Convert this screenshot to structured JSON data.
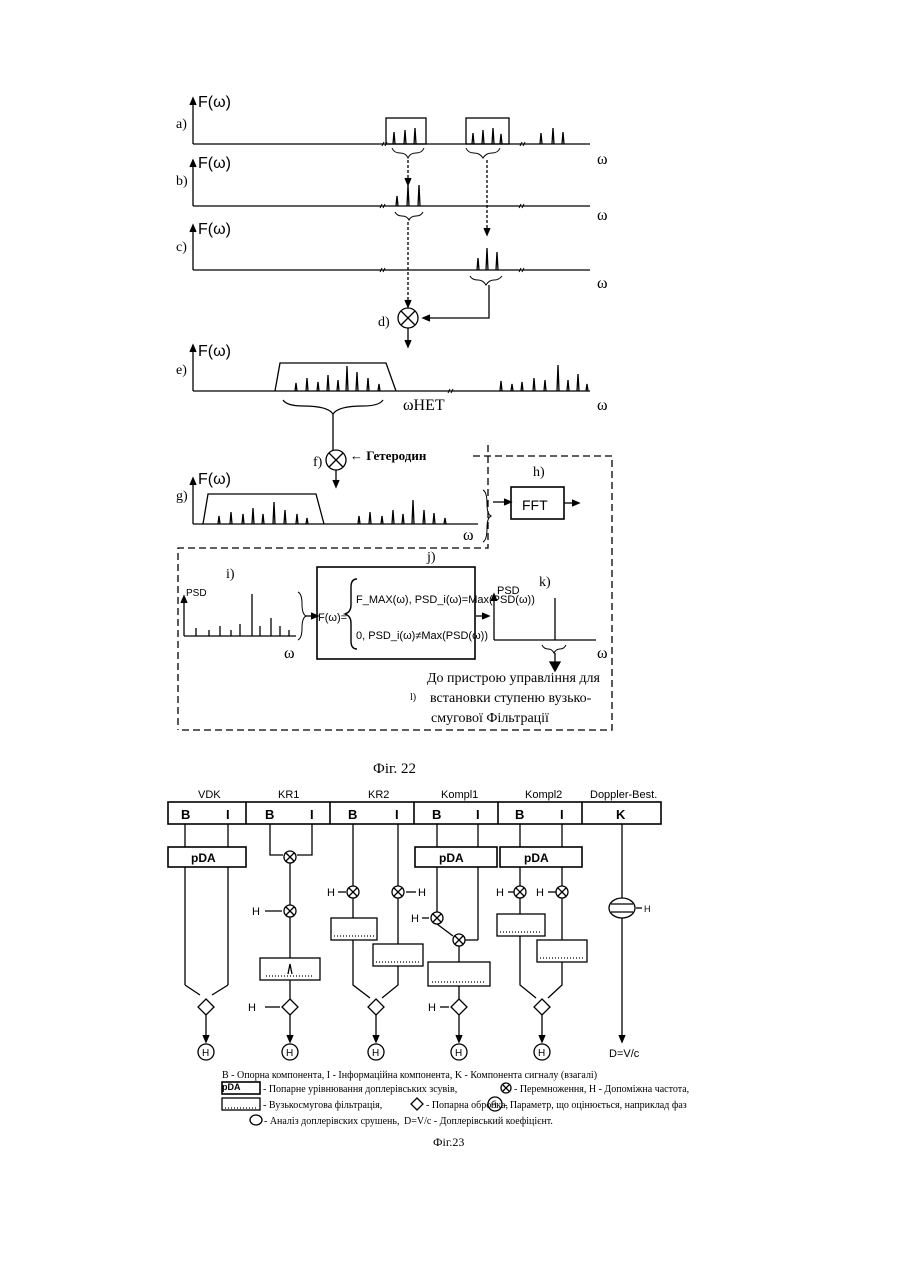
{
  "fig22": {
    "caption": "Фіг. 22",
    "fw": "F(ω)",
    "omega": "ω",
    "omega_het": "ωHET",
    "psd": "PSD",
    "heterodyne": "← Гетеродин",
    "fft": "FFT",
    "panels": {
      "a": "a)",
      "b": "b)",
      "c": "c)",
      "d": "d)",
      "e": "e)",
      "f": "f)",
      "g": "g)",
      "h": "h)",
      "i": "i)",
      "j": "j)",
      "k": "k)",
      "l": "l)"
    },
    "formula_lhs": "F(ω)=",
    "formula_case1": "F_MAX(ω), PSD_i(ω)=Max(PSD(ω))",
    "formula_case2": "0,   PSD_i(ω)≠Max(PSD(ω))",
    "note_line1": "До  пристрою управління для",
    "note_line2": "встановки ступеню вузько-",
    "note_line3": "смугової Фільтрації"
  },
  "fig23": {
    "caption": "Фіг.23",
    "columns": [
      {
        "name": "VDK",
        "cells": [
          "B",
          "I"
        ]
      },
      {
        "name": "KR1",
        "cells": [
          "B",
          "I"
        ]
      },
      {
        "name": "KR2",
        "cells": [
          "B",
          "I"
        ]
      },
      {
        "name": "Kompl1",
        "cells": [
          "B",
          "I"
        ]
      },
      {
        "name": "Kompl2",
        "cells": [
          "B",
          "I"
        ]
      },
      {
        "name": "Doppler-Best.",
        "cells": [
          "K"
        ]
      }
    ],
    "pda": "pDA",
    "h": "H",
    "h_circle": "H",
    "result_label": "D=V/c",
    "legend": {
      "line1": "B - Опорна компонента,  I - Інформаційна компонента,  K - Компонента сигналу (взагалі)",
      "line2a": "- Попарне урівнювання доплерівських зсувів,",
      "line2b": "- Перемноження, H - Допоміжна частота,",
      "line3a": "- Вузькосмугова фільтрація,",
      "line3b": "- Попарна обробка,",
      "line3c": "- Параметр, що оцінюється, наприклад фаз",
      "line4a": "- Аналіз доплерівских срушень,",
      "line4b": "D=V/c - Доплерівський коефіцієнт."
    }
  }
}
